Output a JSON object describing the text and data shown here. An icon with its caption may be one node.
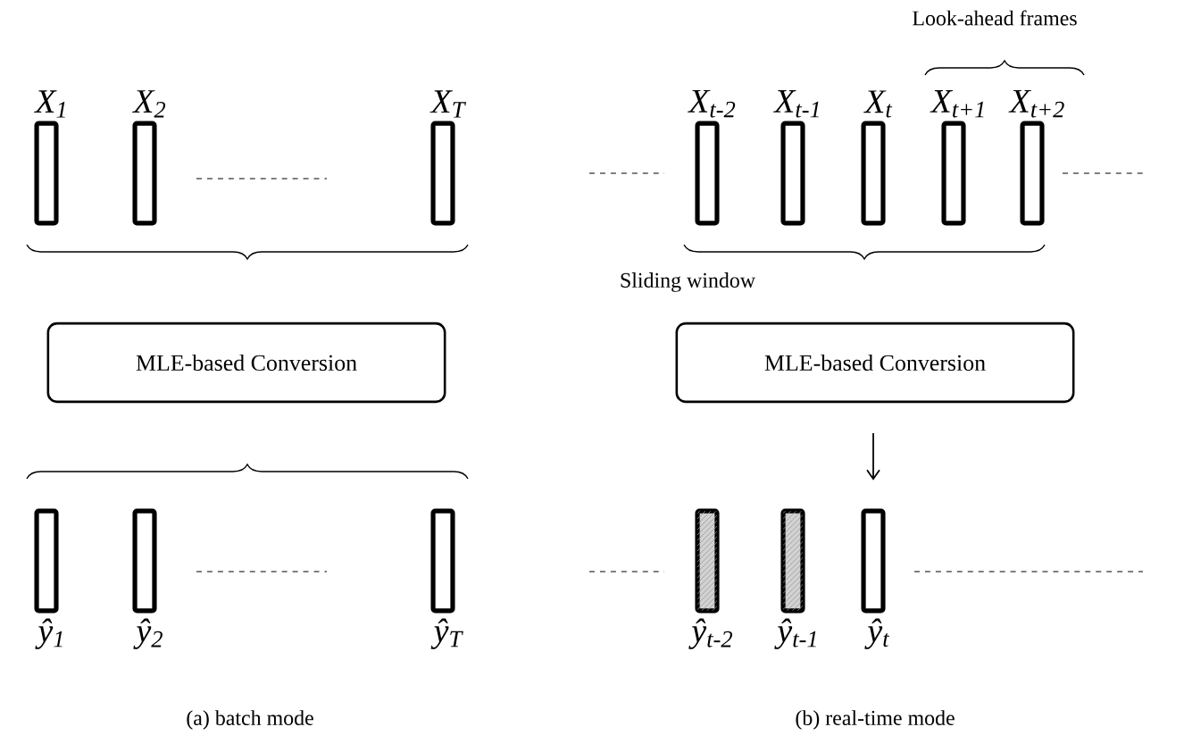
{
  "diagram": {
    "nodes": [
      {
        "text": [],
        "shape": "bar",
        "beside": [
          "X$_{1}$"
        ]
      },
      {
        "text": [],
        "shape": "bar",
        "beside": [
          "X$_{2}$"
        ]
      },
      {
        "text": [],
        "shape": "bar",
        "beside": [
          "X$_{T}$"
        ]
      },
      {
        "text": [
          "MLE-based Conversion"
        ]
      },
      {
        "text": [],
        "shape": "bar",
        "beside": [
          "ŷ$_{1}$"
        ]
      },
      {
        "text": [],
        "shape": "bar",
        "beside": [
          "ŷ$_{2}$"
        ]
      },
      {
        "text": [],
        "shape": "bar",
        "beside": [
          "ŷ$_{T}$"
        ]
      },
      {
        "text": [],
        "shape": "bar",
        "beside": [
          "X$_{t-2}$"
        ]
      },
      {
        "text": [],
        "shape": "bar",
        "beside": [
          "X$_{t-1}$"
        ]
      },
      {
        "text": [],
        "shape": "bar",
        "beside": [
          "X$_{t}$"
        ]
      },
      {
        "text": [],
        "shape": "bar",
        "beside": [
          "X$_{t+1}$"
        ]
      },
      {
        "text": [],
        "shape": "bar",
        "beside": [
          "X$_{t+2}$"
        ]
      },
      {
        "text": [
          "MLE-based Conversion"
        ]
      },
      {
        "text": [],
        "shape": "bar",
        "beside": [
          "ŷ$_{t-2}$"
        ]
      },
      {
        "text": [],
        "shape": "bar",
        "beside": [
          "ŷ$_{t-1}$"
        ]
      },
      {
        "text": [],
        "shape": "bar",
        "beside": [
          "ŷ$_{t}$"
        ]
      }
    ],
    "edges": [
      {
        "from": 12,
        "to": 15,
        "arrow": "to"
      }
    ],
    "labels": [
      "Look-ahead frames",
      "Sliding window",
      "(a) batch mode",
      "(b) real-time mode"
    ]
  }
}
